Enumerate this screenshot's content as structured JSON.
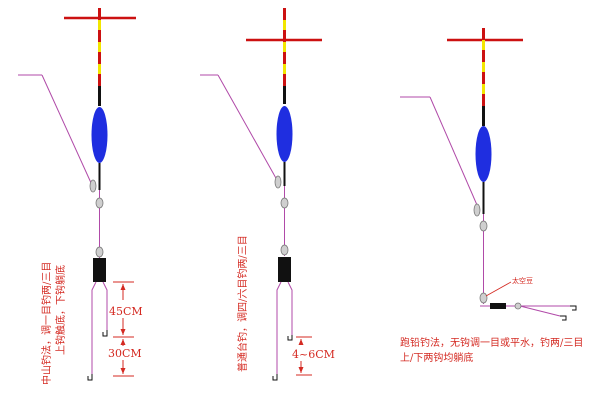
{
  "rig1": {
    "caption_line1": "中山钓法，调一目钓两/三目",
    "caption_line2": "上钩触底，下钩躺底",
    "dim_upper": "45CM",
    "dim_lower": "30CM"
  },
  "rig2": {
    "caption": "普通台钓，调四/六目钓两/三目",
    "dim_gap": "4~6CM"
  },
  "rig3": {
    "bean_label": "太空豆",
    "caption_line1": "跑铅钓法，无钩调一目或平水，钓两/三目",
    "caption_line2": "上/下两钩均躺底"
  },
  "colors": {
    "float_body": "#1f2ee0",
    "antenna_red": "#cc1111",
    "antenna_yellow": "#f2e600",
    "line_pink": "#b04aa8",
    "text_red": "#d42a22",
    "sinker": "#111111"
  }
}
